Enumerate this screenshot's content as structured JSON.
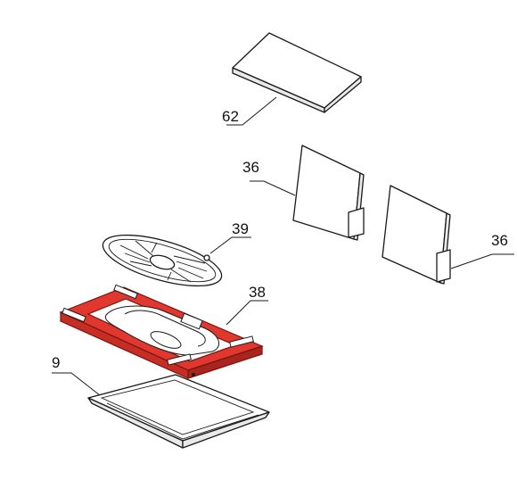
{
  "labels": {
    "part_62": "62",
    "part_36_left": "36",
    "part_36_right": "36",
    "part_39": "39",
    "part_38": "38",
    "part_9": "9"
  },
  "colors": {
    "highlight": "#e0382e",
    "highlight_stroke": "#7a1410",
    "line": "#1a1a1a"
  }
}
